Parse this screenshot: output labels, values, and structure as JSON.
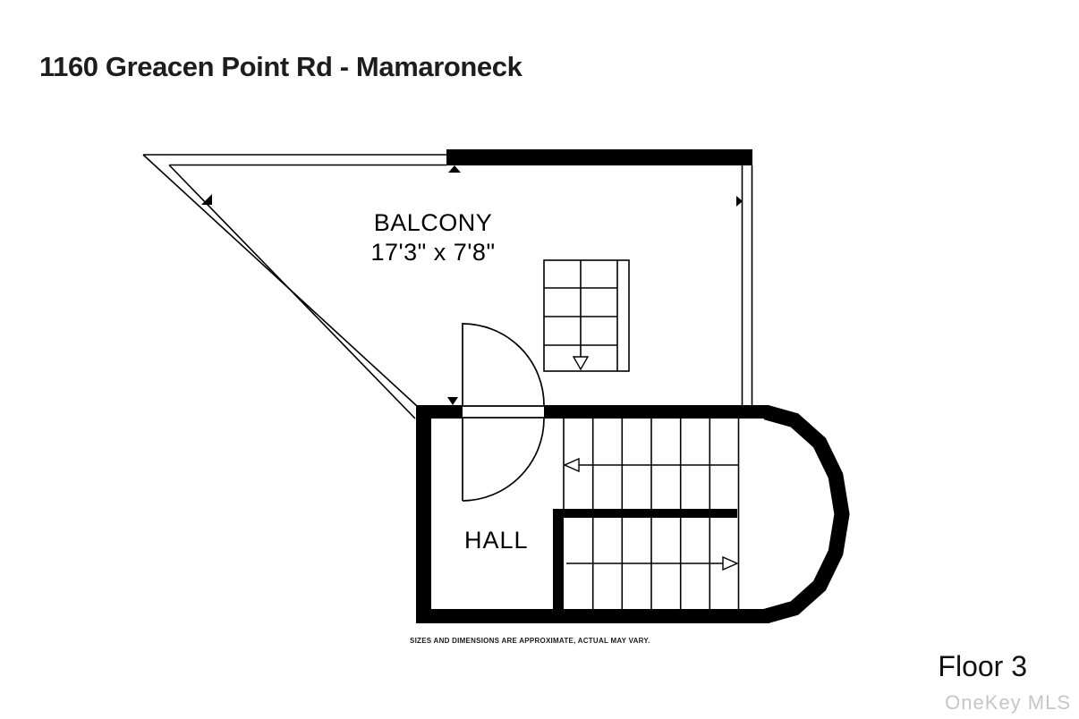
{
  "header": {
    "title": "1160 Greacen Point Rd - Mamaroneck"
  },
  "plan": {
    "wall_color": "#000000",
    "line_color": "#000000",
    "balcony": {
      "name": "BALCONY",
      "dimensions": "17'3\" x 7'8\""
    },
    "hall": {
      "name": "HALL"
    },
    "icons": [
      "stair-down-arrow-icon",
      "stair-direction-left-arrow-icon",
      "stair-direction-right-arrow-icon",
      "wall-marker-up-icon",
      "wall-marker-down-icon",
      "wall-marker-right-icon",
      "wall-marker-diagonal-icon"
    ]
  },
  "footer": {
    "disclaimer": "SIZES AND DIMENSIONS ARE APPROXIMATE, ACTUAL MAY VARY.",
    "floor_label": "Floor 3",
    "watermark": "OneKey MLS"
  }
}
